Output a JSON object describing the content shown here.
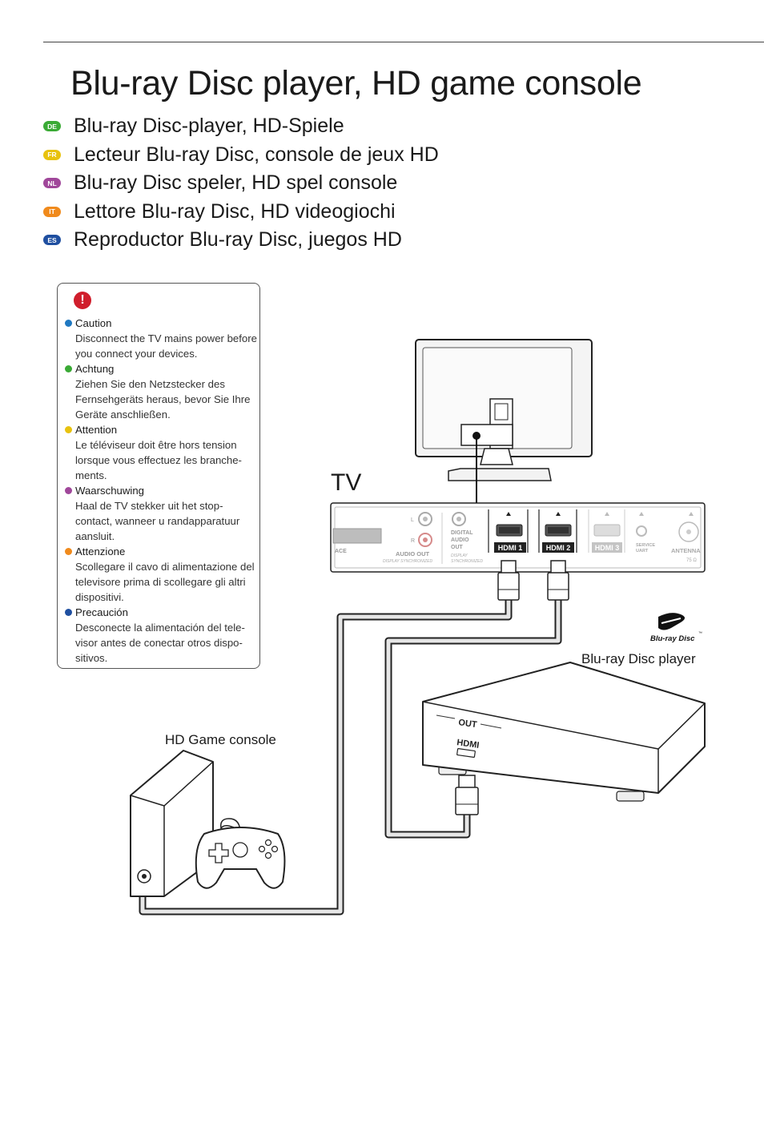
{
  "title": "Blu-ray Disc player, HD game console",
  "languages": [
    {
      "code": "DE",
      "color": "#3aaa35",
      "text": "Blu-ray Disc-player, HD-Spiele"
    },
    {
      "code": "FR",
      "color": "#e8c20e",
      "text": "Lecteur Blu-ray Disc, console de jeux HD"
    },
    {
      "code": "NL",
      "color": "#a0479a",
      "text": "Blu-ray Disc speler, HD spel console"
    },
    {
      "code": "IT",
      "color": "#f08a1c",
      "text": "Lettore Blu-ray Disc, HD videogiochi"
    },
    {
      "code": "ES",
      "color": "#1f4fa0",
      "text": "Reproductor Blu-ray Disc, juegos HD"
    }
  ],
  "caution_box": {
    "icon": "!",
    "items": [
      {
        "color": "#1f78c1",
        "heading": "Caution",
        "text": "Disconnect the TV mains power before you connect your devices."
      },
      {
        "color": "#3aaa35",
        "heading": "Achtung",
        "text": "Ziehen Sie den Netzstecker des Fernsehgeräts heraus, bevor Sie Ihre Geräte anschließen."
      },
      {
        "color": "#e8c20e",
        "heading": "Attention",
        "text": "Le téléviseur doit être hors tension lorsque vous effectuez les branche-ments."
      },
      {
        "color": "#a0479a",
        "heading": "Waarschuwing",
        "text": "Haal de TV stekker uit het stop-contact, wanneer u randapparatuur aansluit."
      },
      {
        "color": "#f08a1c",
        "heading": "Attenzione",
        "text": "Scollegare il cavo di alimentazione del televisore prima di scollegare gli altri dispositivi."
      },
      {
        "color": "#1f4fa0",
        "heading": "Precaución",
        "text": "Desconecte la alimentación del tele-visor antes de conectar otros dispo-sitivos."
      }
    ]
  },
  "diagram": {
    "tv_label": "TV",
    "panel": {
      "ace": "ACE",
      "audio_l": "L",
      "audio_r": "R",
      "audio_out": "AUDIO OUT",
      "display_sync": "DISPLAY SYNCHRONIZED",
      "digital_audio_line1": "DIGITAL",
      "digital_audio_line2": "AUDIO",
      "digital_audio_line3": "OUT",
      "display_sync2_line1": "DISPLAY",
      "display_sync2_line2": "SYNCHRONIZED",
      "hdmi1": "HDMI 1",
      "hdmi2": "HDMI 2",
      "hdmi3": "HDMI 3",
      "service_line1": "SERVICE",
      "service_line2": "UART",
      "antenna": "ANTENNA",
      "antenna_impedance": "75 Ω"
    },
    "bluray_logo": "Blu-ray Disc",
    "bluray_tm": "™",
    "bluray_label": "Blu-ray Disc player",
    "bluray_out": "OUT",
    "bluray_hdmi": "HDMI",
    "game_label": "HD Game console"
  }
}
